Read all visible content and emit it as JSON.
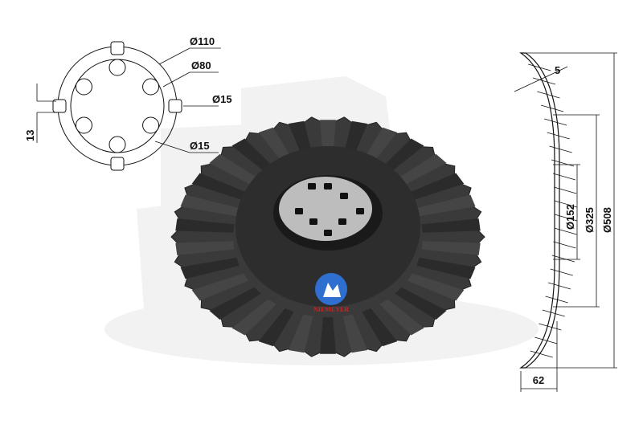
{
  "hole_pattern": {
    "outer_diameter": "Ø110",
    "bolt_circle": "Ø80",
    "slot_width": "Ø15",
    "hole_diameter": "Ø15",
    "slot_depth": "13"
  },
  "profile": {
    "thickness": "5",
    "diameter_small": "Ø152",
    "diameter_mid": "Ø325",
    "diameter_full": "Ø508",
    "concavity_depth": "62"
  },
  "logo_text": "NIEMEYER",
  "colors": {
    "disc": "#3a3a3a",
    "disc_dark": "#1e1e1e",
    "hub": "#2a2a2a",
    "hub_plate": "#b8b8b8",
    "watermark": "#f1f1f1",
    "logo_blue": "#2f6fcf",
    "logo_red": "#cc2222"
  }
}
